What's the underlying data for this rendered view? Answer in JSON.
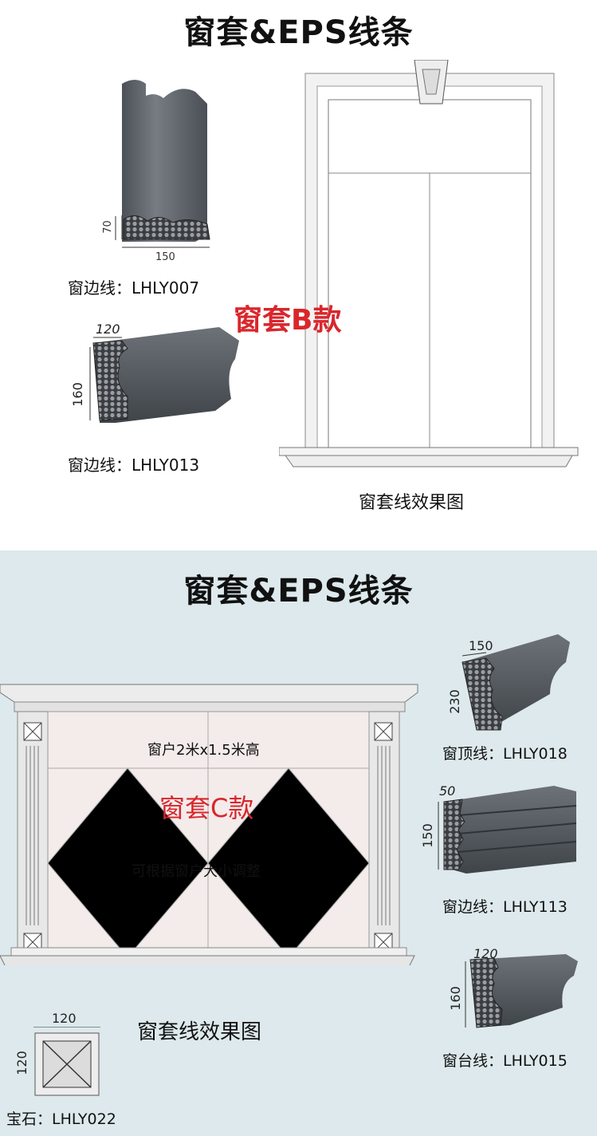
{
  "top": {
    "title": "窗套&EPS线条",
    "profile1": {
      "label": "窗边线：LHLY007",
      "dim_w": "150",
      "dim_h": "70"
    },
    "profile2": {
      "label": "窗边线：LHLY013",
      "dim_w": "120",
      "dim_h": "160"
    },
    "style_name": "窗套B款",
    "caption": "窗套线效果图"
  },
  "bottom": {
    "title": "窗套&EPS线条",
    "window_size_note": "窗户2米x1.5米高",
    "style_name": "窗套C款",
    "adjust_note": "可根据窗户大小调整",
    "caption": "窗套线效果图",
    "keystone": {
      "label": "宝石：LHLY022",
      "dim_w": "120",
      "dim_h": "120"
    },
    "profiles": [
      {
        "label": "窗顶线：LHLY018",
        "dim_w": "150",
        "dim_h": "230"
      },
      {
        "label": "窗边线：LHLY113",
        "dim_w": "50",
        "dim_h": "150"
      },
      {
        "label": "窗台线：LHLY015",
        "dim_w": "120",
        "dim_h": "160"
      }
    ]
  },
  "colors": {
    "accent_red": "#d9262c",
    "bottom_bg": "#dde9ec",
    "profile_gray": "#555a60"
  }
}
